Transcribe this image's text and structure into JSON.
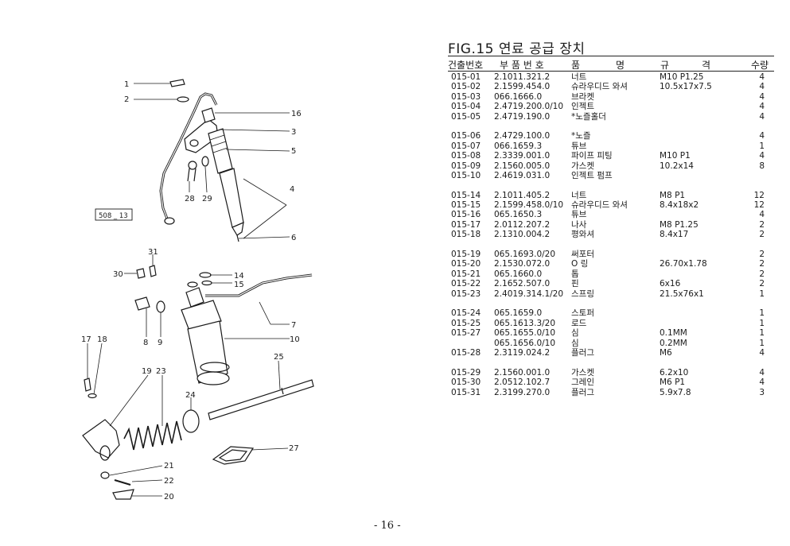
{
  "figure": {
    "title": "FIG.15 연료 공급 장치"
  },
  "table": {
    "headers": {
      "no": "건출번호",
      "part_no": "부 품 번 호",
      "name_a": "품",
      "name_b": "명",
      "spec_a": "규",
      "spec_b": "격",
      "qty": "수량"
    },
    "groups": [
      [
        {
          "no": "015-01",
          "part": "2.1011.321.2",
          "name": "너트",
          "spec": "M10 P1.25",
          "qty": "4"
        },
        {
          "no": "015-02",
          "part": "2.1599.454.0",
          "name": "슈라우디드 와셔",
          "spec": "10.5x17x7.5",
          "qty": "4"
        },
        {
          "no": "015-03",
          "part": "066.1666.0",
          "name": "브라켓",
          "spec": "",
          "qty": "4"
        },
        {
          "no": "015-04",
          "part": "2.4719.200.0/10",
          "name": "인젝트",
          "spec": "",
          "qty": "4"
        },
        {
          "no": "015-05",
          "part": "2.4719.190.0",
          "name": "*노즐홀더",
          "spec": "",
          "qty": "4"
        }
      ],
      [
        {
          "no": "015-06",
          "part": "2.4729.100.0",
          "name": "*노즐",
          "spec": "",
          "qty": "4"
        },
        {
          "no": "015-07",
          "part": "066.1659.3",
          "name": "튜브",
          "spec": "",
          "qty": "1"
        },
        {
          "no": "015-08",
          "part": "2.3339.001.0",
          "name": "파이프 피팅",
          "spec": "M10 P1",
          "qty": "4"
        },
        {
          "no": "015-09",
          "part": "2.1560.005.0",
          "name": "가스켓",
          "spec": "10.2x14",
          "qty": "8"
        },
        {
          "no": "015-10",
          "part": "2.4619.031.0",
          "name": "인젝트 펌프",
          "spec": "",
          "qty": ""
        }
      ],
      [
        {
          "no": "015-14",
          "part": "2.1011.405.2",
          "name": "너트",
          "spec": "M8 P1",
          "qty": "12"
        },
        {
          "no": "015-15",
          "part": "2.1599.458.0/10",
          "name": "슈라우디드 와셔",
          "spec": "8.4x18x2",
          "qty": "12"
        },
        {
          "no": "015-16",
          "part": "065.1650.3",
          "name": "튜브",
          "spec": "",
          "qty": "4"
        },
        {
          "no": "015-17",
          "part": "2.0112.207.2",
          "name": "나사",
          "spec": "M8 P1.25",
          "qty": "2"
        },
        {
          "no": "015-18",
          "part": "2.1310.004.2",
          "name": "평와셔",
          "spec": "8.4x17",
          "qty": "2"
        }
      ],
      [
        {
          "no": "015-19",
          "part": "065.1693.0/20",
          "name": "써포터",
          "spec": "",
          "qty": "2"
        },
        {
          "no": "015-20",
          "part": "2.1530.072.0",
          "name": "O 링",
          "spec": "26.70x1.78",
          "qty": "2"
        },
        {
          "no": "015-21",
          "part": "065.1660.0",
          "name": "톱",
          "spec": "",
          "qty": "2"
        },
        {
          "no": "015-22",
          "part": "2.1652.507.0",
          "name": "핀",
          "spec": "6x16",
          "qty": "2"
        },
        {
          "no": "015-23",
          "part": "2.4019.314.1/20",
          "name": "스프링",
          "spec": "21.5x76x1",
          "qty": "1"
        }
      ],
      [
        {
          "no": "015-24",
          "part": "065.1659.0",
          "name": "스토퍼",
          "spec": "",
          "qty": "1"
        },
        {
          "no": "015-25",
          "part": "065.1613.3/20",
          "name": "로드",
          "spec": "",
          "qty": "1"
        },
        {
          "no": "015-27",
          "part": "065.1655.0/10",
          "name": "심",
          "spec": "0.1MM",
          "qty": "1"
        },
        {
          "no": "",
          "part": "065.1656.0/10",
          "name": "심",
          "spec": "0.2MM",
          "qty": "1"
        },
        {
          "no": "015-28",
          "part": "2.3119.024.2",
          "name": "플러그",
          "spec": "M6",
          "qty": "4"
        }
      ],
      [
        {
          "no": "015-29",
          "part": "2.1560.001.0",
          "name": "가스켓",
          "spec": "6.2x10",
          "qty": "4"
        },
        {
          "no": "015-30",
          "part": "2.0512.102.7",
          "name": "그레인",
          "spec": "M6 P1",
          "qty": "4"
        },
        {
          "no": "015-31",
          "part": "2.3199.270.0",
          "name": "플러그",
          "spec": "5.9x7.8",
          "qty": "3"
        }
      ]
    ]
  },
  "diagram": {
    "box_label": "508 _ 13",
    "callouts": [
      "1",
      "2",
      "16",
      "3",
      "5",
      "4",
      "6",
      "28",
      "29",
      "31",
      "30",
      "14",
      "15",
      "8",
      "9",
      "7",
      "10",
      "17",
      "18",
      "19",
      "23",
      "25",
      "24",
      "21",
      "22",
      "20",
      "27"
    ]
  },
  "page_number": "- 16 -"
}
